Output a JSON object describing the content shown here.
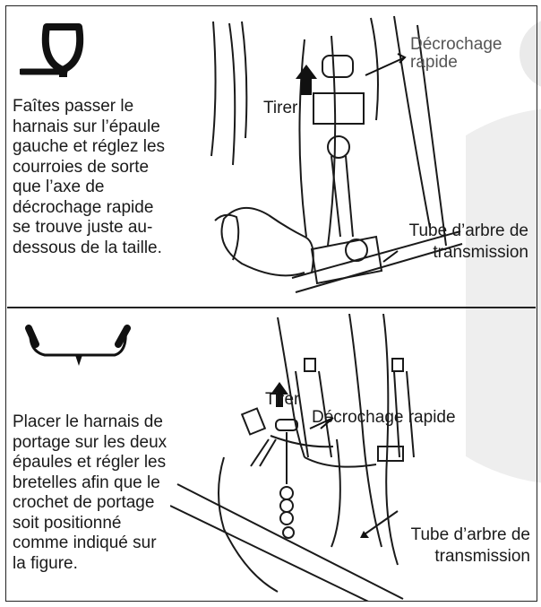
{
  "section_single": {
    "instruction": "Faîtes passer le\nharnais sur l’épaule\ngauche et réglez les\ncourroies de sorte\nque l’axe de\ndécrochage rapide\nse trouve juste au-\ndessous de la taille.",
    "label_tirer": "Tirer",
    "label_quick_release": "Décrochage\nrapide",
    "label_tube": "Tube d’arbre de\ntransmission",
    "symbol_icon": "single-shoulder-strap-icon"
  },
  "section_double": {
    "instruction": "Placer le harnais de\nportage sur les deux\népaules et régler les\nbretelles afin que le\ncrochet de portage\nsoit positionné\ncomme indiqué sur\nla figure.",
    "label_tirer": "Tirer",
    "label_quick_release": "Décrochage rapide",
    "label_tube": "Tube d’arbre de\ntransmission",
    "symbol_icon": "double-shoulder-harness-icon"
  }
}
